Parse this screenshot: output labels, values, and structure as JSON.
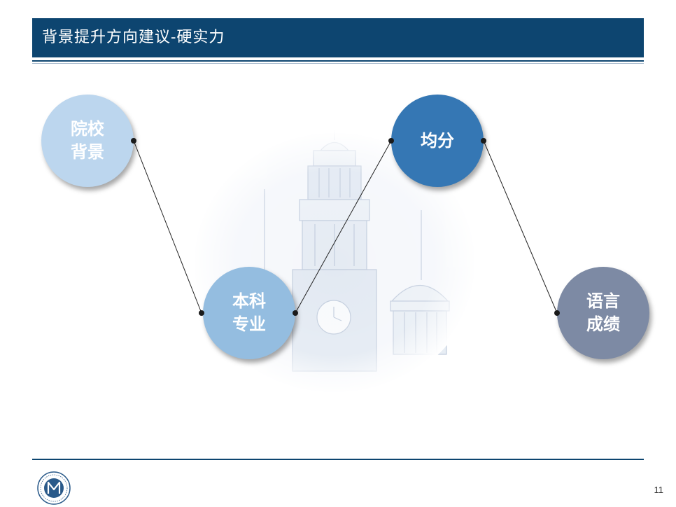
{
  "header": {
    "title": "背景提升方向建议-硬实力"
  },
  "nodes": [
    {
      "id": "school",
      "line1": "院校",
      "line2": "背景",
      "color": "#bcd6ee"
    },
    {
      "id": "major",
      "line1": "本科",
      "line2": "专业",
      "color": "#94bde0"
    },
    {
      "id": "gpa",
      "line1": "均分",
      "line2": "",
      "color": "#3577b4"
    },
    {
      "id": "language",
      "line1": "语言",
      "line2": "成绩",
      "color": "#7d8aa4"
    }
  ],
  "footer": {
    "page_number": "11"
  },
  "colors": {
    "header_bg": "#0d4570",
    "line": "#222222",
    "dot": "#1a1a1a"
  }
}
